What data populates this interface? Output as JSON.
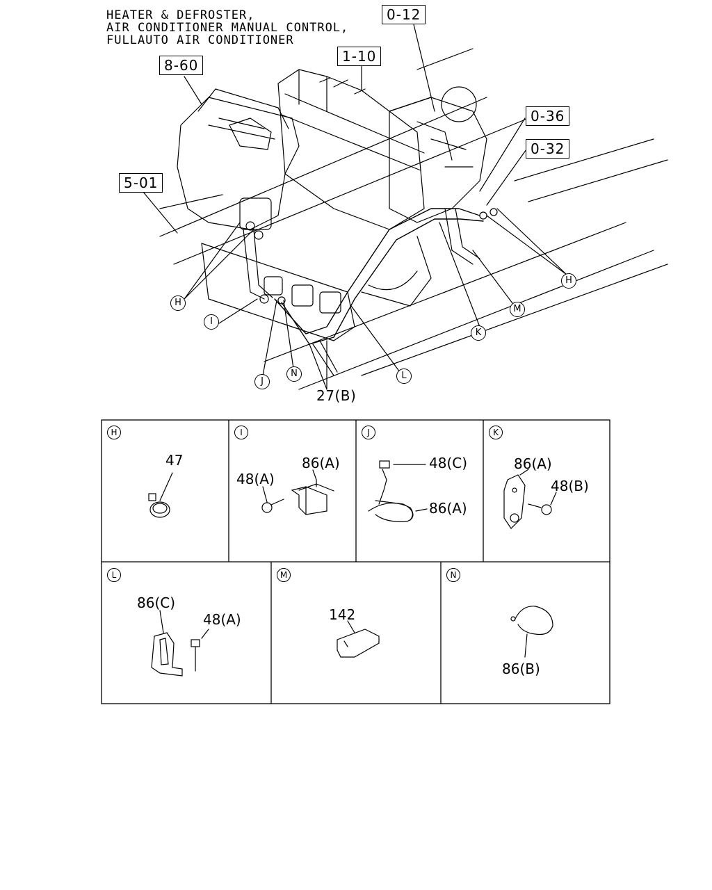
{
  "title_lines": [
    "HEATER & DEFROSTER,",
    "AIR CONDITIONER MANUAL CONTROL,",
    "FULLAUTO AIR CONDITIONER"
  ],
  "reference_boxes": {
    "r0_12": "0-12",
    "r1_10": "1-10",
    "r8_60": "8-60",
    "r0_36": "0-36",
    "r0_32": "0-32",
    "r5_01": "5-01"
  },
  "callouts": {
    "h_left": "H",
    "h_right": "H",
    "i": "I",
    "j": "J",
    "n": "N",
    "l": "L",
    "k": "K",
    "m": "M"
  },
  "part_label_main": "27(B)",
  "detail_cells": {
    "h": {
      "id": "H",
      "parts": [
        "47"
      ]
    },
    "i": {
      "id": "I",
      "parts": [
        "86(A)",
        "48(A)"
      ]
    },
    "j": {
      "id": "J",
      "parts": [
        "48(C)",
        "86(A)"
      ]
    },
    "k": {
      "id": "K",
      "parts": [
        "86(A)",
        "48(B)"
      ]
    },
    "l": {
      "id": "L",
      "parts": [
        "86(C)",
        "48(A)"
      ]
    },
    "m": {
      "id": "M",
      "parts": [
        "142"
      ]
    },
    "n": {
      "id": "N",
      "parts": [
        "86(B)"
      ]
    }
  }
}
